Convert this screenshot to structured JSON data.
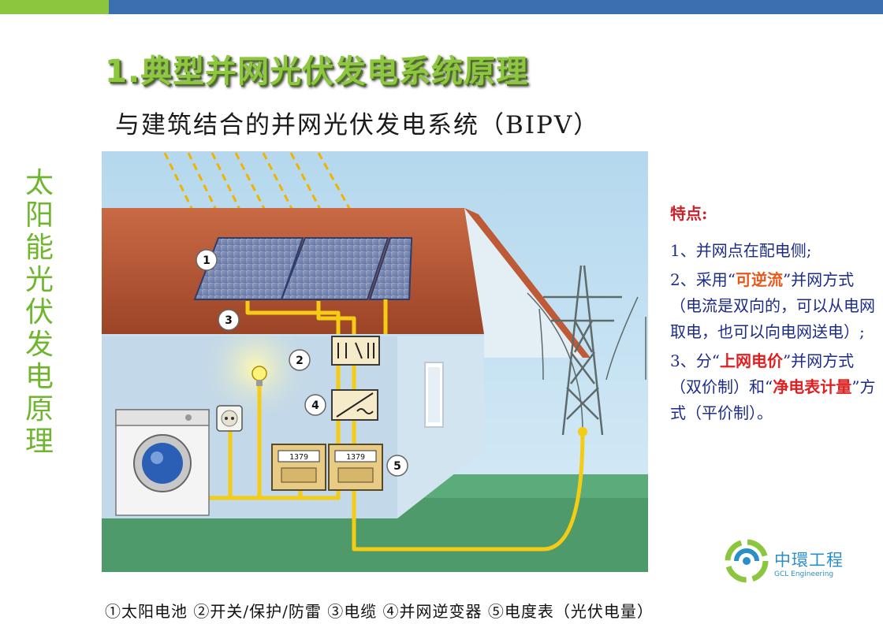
{
  "header": {
    "title": "1.典型并网光伏发电系统原理",
    "subtitle": "与建筑结合的并网光伏发电系统（BIPV）",
    "side_vertical_text": "太阳能光伏发电原理"
  },
  "diagram": {
    "markers": [
      "1",
      "2",
      "3",
      "4",
      "5"
    ],
    "meter_reading": "1379"
  },
  "features": {
    "title": "特点:",
    "item1": "1、并网点在配电侧;",
    "item2_pre": "2、采用“",
    "item2_hl": "可逆流",
    "item2_post": "”并网方式（电流是双向的，可以从电网取电，也可以向电网送电）;",
    "item3_pre": "3、分“",
    "item3_hl1": "上网电价",
    "item3_mid": "”并网方式（双价制）和“",
    "item3_hl2": "净电表计量",
    "item3_post": "”方式（平价制）。"
  },
  "legend": {
    "text": "①太阳电池 ②开关/保护/防雷 ③电缆 ④并网逆变器 ⑤电度表（光伏电量）"
  },
  "logo": {
    "name_cn": "中環工程",
    "name_en": "GCL Engineering"
  },
  "colors": {
    "accent_green": "#8cc63f",
    "accent_blue": "#3a6fb0",
    "feature_text": "#1d2c8a",
    "highlight_red": "#e02020"
  }
}
